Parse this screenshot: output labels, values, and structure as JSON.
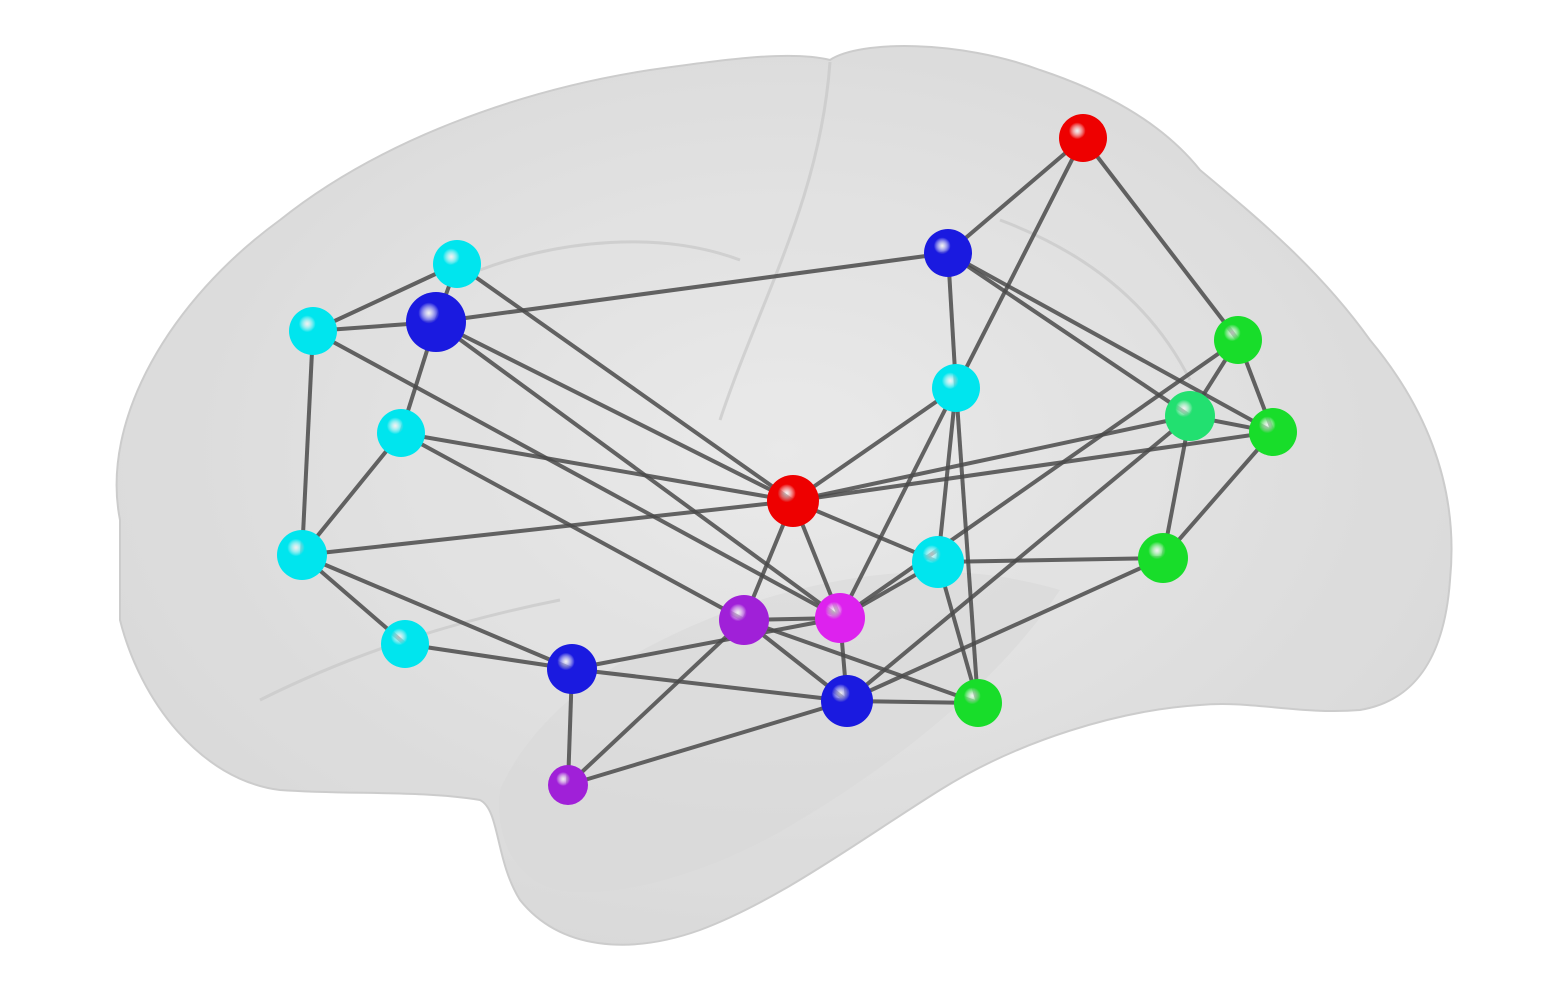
{
  "modules": {
    "red": "#ee0000",
    "blue": "#1a1ae0",
    "cyan": "#00e5ee",
    "green": "#18dd2a",
    "springgreen": "#22e070",
    "purple": "#a020d8",
    "magenta": "#dd22ee"
  },
  "nodes": [
    {
      "id": "n1",
      "module": "red"
    },
    {
      "id": "n2",
      "module": "blue"
    },
    {
      "id": "n3",
      "module": "cyan"
    },
    {
      "id": "n4",
      "module": "cyan"
    },
    {
      "id": "n5",
      "module": "blue"
    },
    {
      "id": "n6",
      "module": "green"
    },
    {
      "id": "n7",
      "module": "cyan"
    },
    {
      "id": "n8",
      "module": "springgreen"
    },
    {
      "id": "n9",
      "module": "green"
    },
    {
      "id": "n10",
      "module": "cyan"
    },
    {
      "id": "n11",
      "module": "red"
    },
    {
      "id": "n12",
      "module": "cyan"
    },
    {
      "id": "n13",
      "module": "cyan"
    },
    {
      "id": "n14",
      "module": "green"
    },
    {
      "id": "n15",
      "module": "purple"
    },
    {
      "id": "n16",
      "module": "magenta"
    },
    {
      "id": "n17",
      "module": "cyan"
    },
    {
      "id": "n18",
      "module": "blue"
    },
    {
      "id": "n19",
      "module": "blue"
    },
    {
      "id": "n20",
      "module": "green"
    },
    {
      "id": "n21",
      "module": "purple"
    }
  ],
  "edges": [
    [
      "n1",
      "n2"
    ],
    [
      "n1",
      "n6"
    ],
    [
      "n1",
      "n7"
    ],
    [
      "n2",
      "n5"
    ],
    [
      "n2",
      "n7"
    ],
    [
      "n2",
      "n8"
    ],
    [
      "n2",
      "n9"
    ],
    [
      "n3",
      "n4"
    ],
    [
      "n3",
      "n5"
    ],
    [
      "n3",
      "n11"
    ],
    [
      "n4",
      "n5"
    ],
    [
      "n4",
      "n12"
    ],
    [
      "n4",
      "n16"
    ],
    [
      "n5",
      "n10"
    ],
    [
      "n5",
      "n11"
    ],
    [
      "n5",
      "n16"
    ],
    [
      "n10",
      "n12"
    ],
    [
      "n10",
      "n11"
    ],
    [
      "n10",
      "n15"
    ],
    [
      "n12",
      "n11"
    ],
    [
      "n12",
      "n17"
    ],
    [
      "n12",
      "n18"
    ],
    [
      "n17",
      "n18"
    ],
    [
      "n18",
      "n21"
    ],
    [
      "n18",
      "n16"
    ],
    [
      "n18",
      "n19"
    ],
    [
      "n11",
      "n7"
    ],
    [
      "n11",
      "n8"
    ],
    [
      "n11",
      "n9"
    ],
    [
      "n11",
      "n15"
    ],
    [
      "n11",
      "n16"
    ],
    [
      "n11",
      "n13"
    ],
    [
      "n7",
      "n13"
    ],
    [
      "n7",
      "n20"
    ],
    [
      "n7",
      "n16"
    ],
    [
      "n13",
      "n14"
    ],
    [
      "n13",
      "n16"
    ],
    [
      "n13",
      "n20"
    ],
    [
      "n8",
      "n14"
    ],
    [
      "n8",
      "n6"
    ],
    [
      "n8",
      "n9"
    ],
    [
      "n6",
      "n9"
    ],
    [
      "n9",
      "n14"
    ],
    [
      "n8",
      "n19"
    ],
    [
      "n6",
      "n16"
    ],
    [
      "n14",
      "n19"
    ],
    [
      "n15",
      "n16"
    ],
    [
      "n15",
      "n19"
    ],
    [
      "n15",
      "n21"
    ],
    [
      "n15",
      "n20"
    ],
    [
      "n16",
      "n19"
    ],
    [
      "n19",
      "n20"
    ],
    [
      "n19",
      "n21"
    ]
  ]
}
